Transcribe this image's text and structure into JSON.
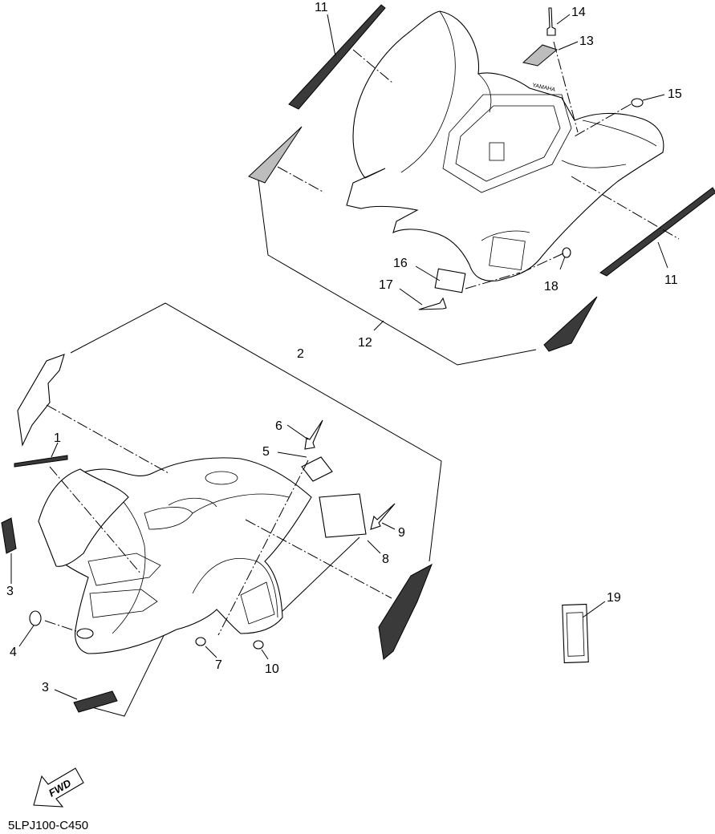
{
  "diagram": {
    "code": "5LPJ100-C450",
    "fwd_label": "FWD",
    "callouts": {
      "c1": "1",
      "c2": "2",
      "c3a": "3",
      "c3b": "3",
      "c4": "4",
      "c5": "5",
      "c6": "6",
      "c7": "7",
      "c8": "8",
      "c9": "9",
      "c10": "10",
      "c11a": "11",
      "c11b": "11",
      "c12": "12",
      "c13": "13",
      "c14": "14",
      "c15": "15",
      "c16": "16",
      "c17": "17",
      "c18": "18",
      "c19": "19"
    }
  }
}
